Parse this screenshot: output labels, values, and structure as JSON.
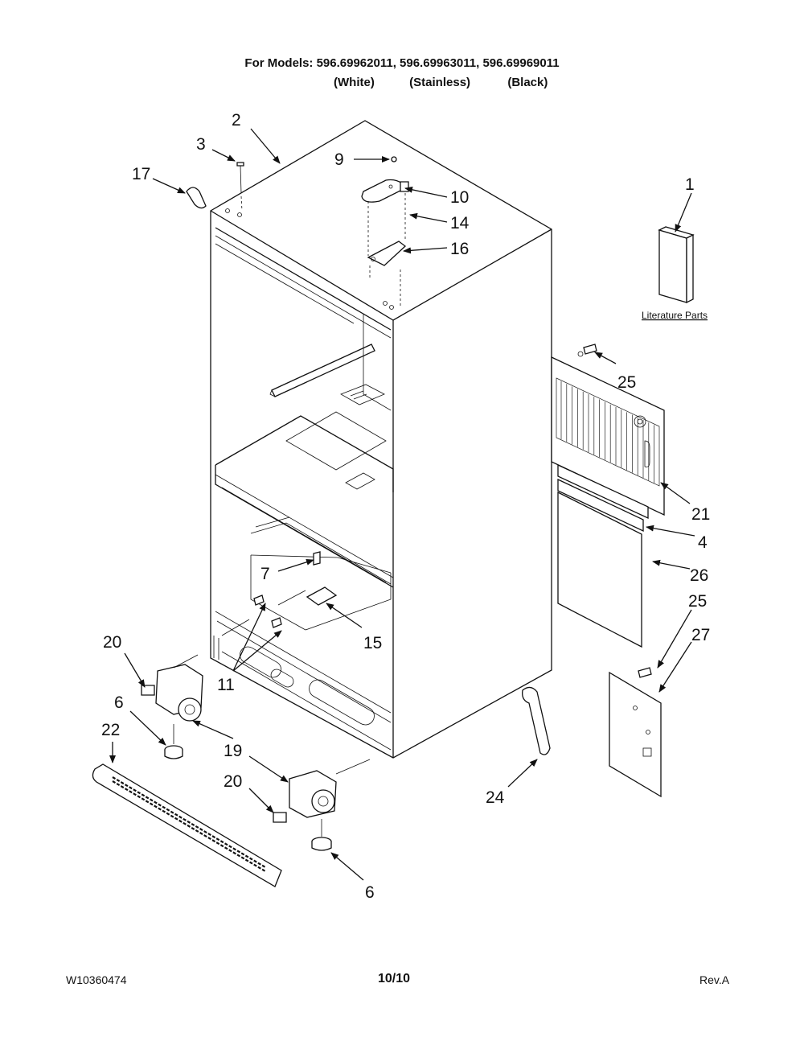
{
  "header": {
    "models_line": "For Models: 596.69962011, 596.69963011, 596.69969011",
    "variants": [
      "(White)",
      "(Stainless)",
      "(Black)"
    ]
  },
  "literature_label": "Literature Parts",
  "callouts": [
    "1",
    "2",
    "3",
    "4",
    "6",
    "6",
    "7",
    "9",
    "10",
    "11",
    "14",
    "15",
    "16",
    "17",
    "19",
    "20",
    "20",
    "21",
    "22",
    "24",
    "25",
    "25",
    "26",
    "27"
  ],
  "footer": {
    "doc_number": "W10360474",
    "page": "10/10",
    "revision": "Rev.A"
  }
}
